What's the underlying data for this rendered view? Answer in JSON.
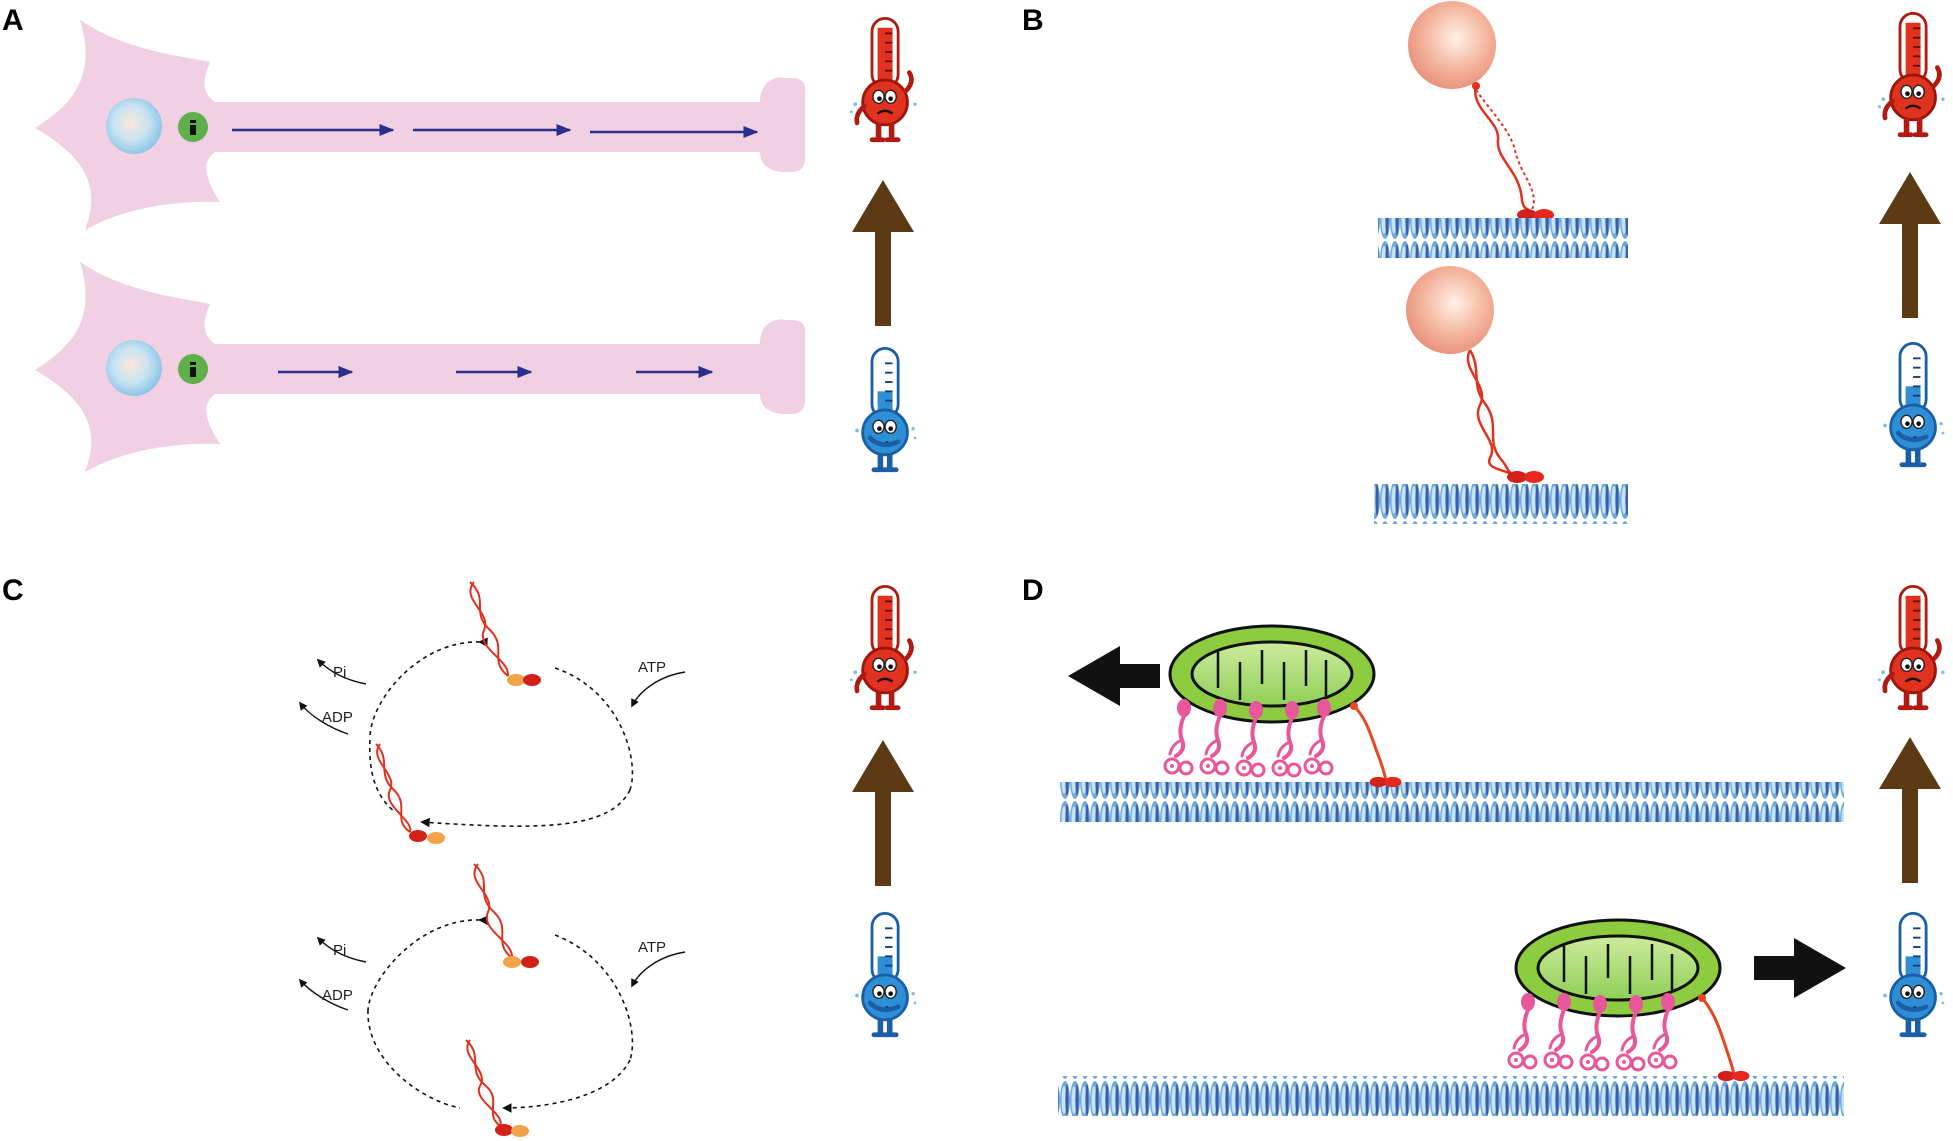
{
  "panels": {
    "a": {
      "letter": "A"
    },
    "b": {
      "letter": "B"
    },
    "c": {
      "letter": "C"
    },
    "d": {
      "letter": "D"
    }
  },
  "cycle_labels": {
    "pi": "Pi",
    "adp": "ADP",
    "atp": "ATP"
  },
  "colors": {
    "neuron": "#f0d0e2",
    "nucleus": "#b9dff0",
    "transport_arrow": "#2a2e8c",
    "hot_thermometer": "#e0321e",
    "cold_thermometer": "#2f8fd6",
    "temperature_arrow": "#5b3a14",
    "motor": "#e0321e",
    "microtubule": "#5aa0d8",
    "mitochondrion": "#8ccc3e",
    "dynein": "#e8579a",
    "bead": "#f2a98e"
  },
  "icons": [
    "thermometer-hot-icon",
    "thermometer-cold-icon",
    "warming-arrow-icon",
    "mitochondrion-icon",
    "microtubule-icon",
    "kinesin-motor-icon",
    "dynein-motor-icon",
    "bead-icon"
  ]
}
